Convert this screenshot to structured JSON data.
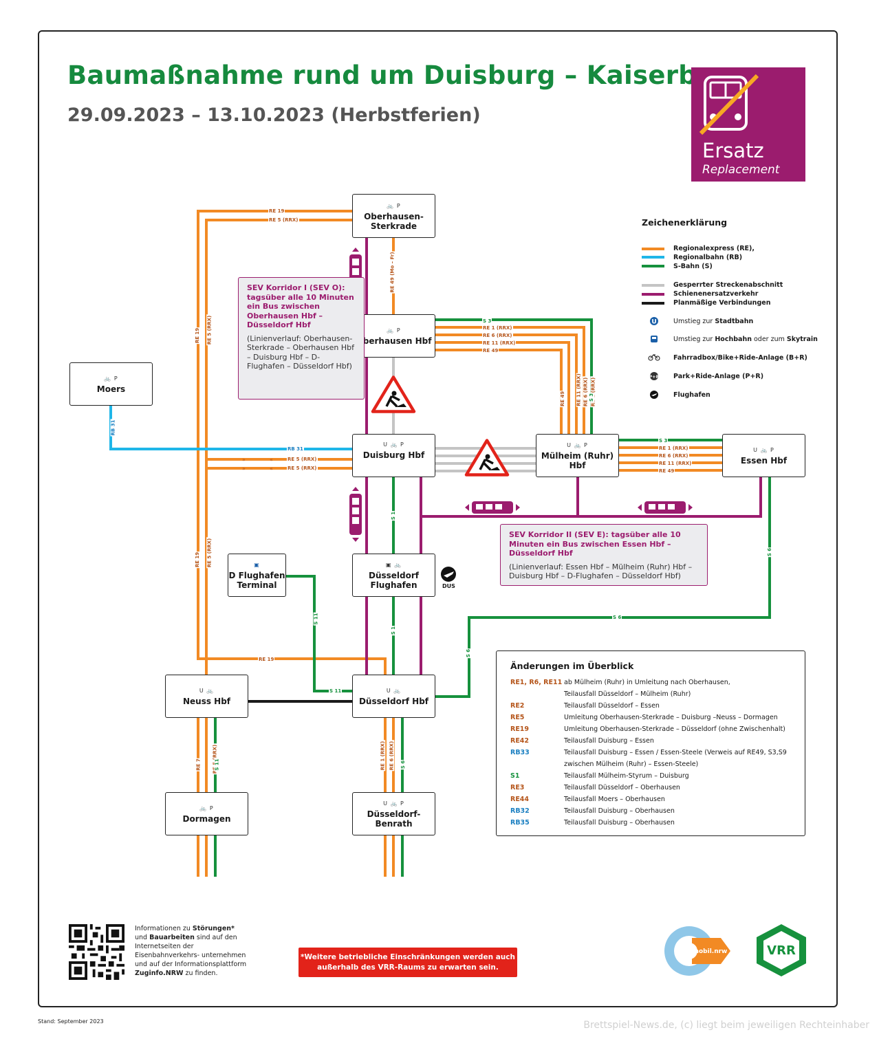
{
  "header": {
    "title": "Baumaßnahme rund um Duisburg – Kaiserberg",
    "subtitle": "29.09.2023 – 13.10.2023 (Herbstferien)",
    "badge_title": "Ersatz",
    "badge_subtitle": "Replacement"
  },
  "colors": {
    "re": "#f28a24",
    "rb": "#1fb6e8",
    "s": "#16913d",
    "closed": "#c4c4c4",
    "sev": "#9b1c6e",
    "planned": "#1a1a1a",
    "title": "#168a3e",
    "warning": "#e2231a"
  },
  "stations": {
    "oberhausen_sterkrade": {
      "l1": "Oberhausen-",
      "l2": "Sterkrade",
      "icons": "🚲 P"
    },
    "oberhausen_hbf": {
      "l1": "Oberhausen Hbf",
      "icons": "🚲 P"
    },
    "moers": {
      "l1": "Moers",
      "icons": "🚲 P"
    },
    "duisburg_hbf": {
      "l1": "Duisburg Hbf",
      "icons": "U 🚲 P"
    },
    "muelheim": {
      "l1": "Mülheim (Ruhr)",
      "l2": "Hbf",
      "icons": "U 🚲 P"
    },
    "essen_hbf": {
      "l1": "Essen Hbf",
      "icons": "U 🚲 P"
    },
    "d_flughafen_terminal": {
      "l1": "D Flughafen",
      "l2": "Terminal",
      "icons": "▣"
    },
    "duesseldorf_flughafen": {
      "l1": "Düsseldorf",
      "l2": "Flughafen",
      "icons": "▣ 🚲"
    },
    "neuss_hbf": {
      "l1": "Neuss Hbf",
      "icons": "U 🚲"
    },
    "duesseldorf_hbf": {
      "l1": "Düsseldorf Hbf",
      "icons": "U 🚲"
    },
    "dormagen": {
      "l1": "Dormagen",
      "icons": "🚲 P"
    },
    "duesseldorf_benrath": {
      "l1": "Düsseldorf-",
      "l2": "Benrath",
      "icons": "U 🚲 P"
    }
  },
  "line_labels": {
    "re19_top": "RE 19",
    "re5_top": "RE 5 (RRX)",
    "re49_sterkrade": "RE 49 (Mo – Fr)",
    "s3": "S 3",
    "re1": "RE 1 (RRX)",
    "re6": "RE 6 (RRX)",
    "re11": "RE 11 (RRX)",
    "re49": "RE 49",
    "re19": "RE 19",
    "re5": "RE 5 (RRX)",
    "rb31": "RB 31",
    "s1": "S 1",
    "s6": "S 6",
    "s11": "S 11",
    "re7": "RE 7",
    "dus": "DUS"
  },
  "sev1": {
    "heading": "SEV Korridor I (SEV O): tagsüber alle 10 Minuten ein Bus zwischen Oberhausen Hbf – Düsseldorf Hbf",
    "route": "(Linienverlauf: Oberhausen-Sterkrade – Oberhausen Hbf – Duisburg Hbf – D-Flughafen – Düsseldorf Hbf)"
  },
  "sev2": {
    "heading": "SEV Korridor II (SEV E): tagsüber alle 10 Minuten ein Bus zwischen Essen Hbf – Düsseldorf Hbf",
    "route": "(Linienverlauf: Essen Hbf – Mülheim (Ruhr) Hbf – Duisburg Hbf – D-Flughafen – Düsseldorf Hbf)"
  },
  "legend": {
    "title": "Zeichenerklärung",
    "re": "Regionalexpress (RE),",
    "rb": "Regionalbahn (RB)",
    "s": "S-Bahn (S)",
    "closed": "Gesperrter Streckenabschnitt",
    "sev": "Schienenersatzverkehr",
    "planned": "Planmäßige Verbindungen",
    "stadtbahn_pre": "Umstieg zur ",
    "stadtbahn": "Stadtbahn",
    "hochbahn_pre": "Umstieg zur ",
    "hochbahn": "Hochbahn",
    "hochbahn_mid": " oder zum ",
    "skytrain": "Skytrain",
    "bike": "Fahrradbox/Bike+Ride-Anlage (B+R)",
    "park": "Park+Ride-Anlage (P+R)",
    "airport": "Flughafen"
  },
  "changes": {
    "title": "Änderungen im Überblick",
    "rows": [
      {
        "line": "RE1, R6, RE11",
        "text": "ab Mülheim (Ruhr) in Umleitung nach Oberhausen,",
        "color": "#b5551a"
      },
      {
        "line": "",
        "text": "Teilausfall Düsseldorf – Mülheim (Ruhr)",
        "color": "#b5551a"
      },
      {
        "line": "RE2",
        "text": "Teilausfall Düsseldorf – Essen",
        "color": "#b5551a"
      },
      {
        "line": "RE5",
        "text": "Umleitung Oberhausen-Sterkrade – Duisburg –Neuss – Dormagen",
        "color": "#b5551a"
      },
      {
        "line": "RE19",
        "text": "Umleitung Oberhausen-Sterkrade – Düsseldorf (ohne Zwischenhalt)",
        "color": "#b5551a"
      },
      {
        "line": "RE42",
        "text": "Teilausfall Duisburg – Essen",
        "color": "#b5551a"
      },
      {
        "line": "RB33",
        "text": "Teilausfall Duisburg – Essen / Essen-Steele (Verweis auf RE49, S3,S9",
        "color": "#1a7fc1"
      },
      {
        "line": "",
        "text": "zwischen Mülheim (Ruhr) – Essen-Steele)",
        "color": "#1a7fc1"
      },
      {
        "line": "S1",
        "text": "Teilausfall Mülheim-Styrum – Duisburg",
        "color": "#16913d"
      },
      {
        "line": "RE3",
        "text": "Teilausfall Düsseldorf – Oberhausen",
        "color": "#b5551a"
      },
      {
        "line": "RE44",
        "text": "Teilausfall Moers – Oberhausen",
        "color": "#b5551a"
      },
      {
        "line": "RB32",
        "text": "Teilausfall Duisburg – Oberhausen",
        "color": "#1a7fc1"
      },
      {
        "line": "RB35",
        "text": "Teilausfall Duisburg – Oberhausen",
        "color": "#1a7fc1"
      }
    ]
  },
  "footer": {
    "info_1": "Informationen zu ",
    "info_b1": "Störungen*",
    "info_2": "und ",
    "info_b2": "Bauarbeiten",
    "info_3": " sind auf den Internetseiten der Eisenbahnverkehrs- unternehmen und auf der Informationsplattform ",
    "info_b3": "Zuginfo.NRW",
    "info_4": " zu finden.",
    "warning": "*Weitere betriebliche Einschränkungen werden auch außerhalb des VRR-Raums zu erwarten sein.",
    "stand": "Stand: September 2023",
    "credit": "Brettspiel-News.de, (c) liegt beim jeweiligen Rechteinhaber",
    "mobil": "mobil.nrw",
    "vrr": "VRR"
  }
}
